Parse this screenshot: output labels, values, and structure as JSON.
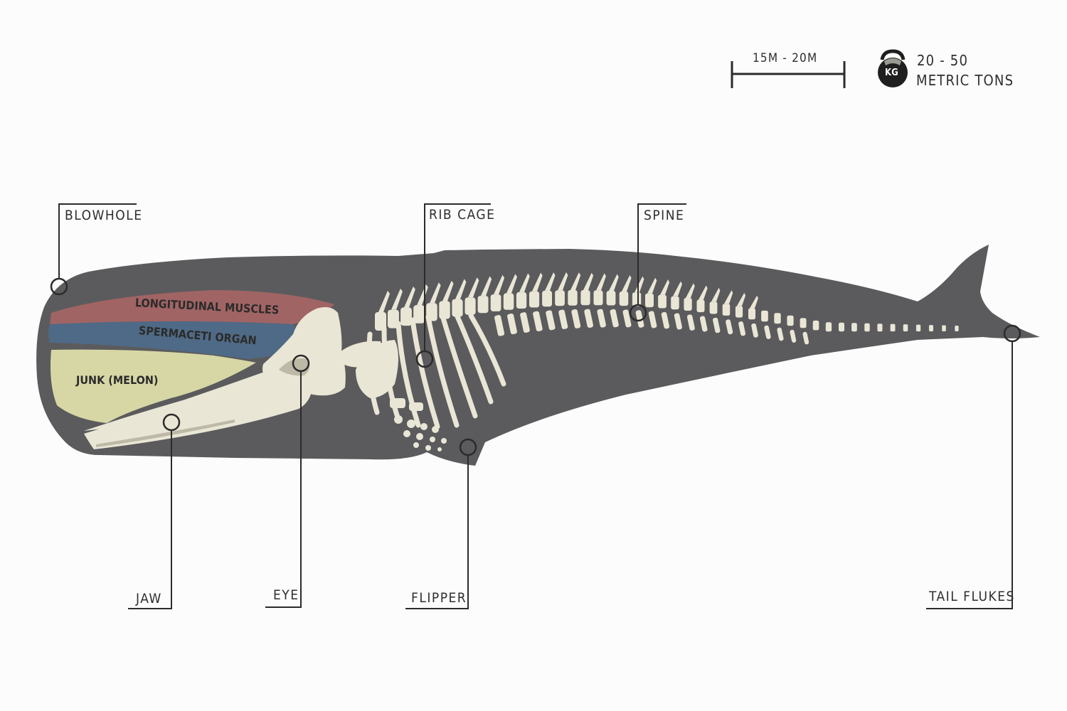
{
  "scale": {
    "length_range": "15M - 20M"
  },
  "weight": {
    "icon": "kg-weight-icon",
    "icon_text": "KG",
    "range": "20 - 50",
    "unit": "METRIC TONS"
  },
  "organs": {
    "longitudinal_muscles": "LONGITUDINAL MUSCLES",
    "spermaceti_organ": "SPERMACETI ORGAN",
    "junk_melon": "JUNK (MELON)"
  },
  "callouts": {
    "blowhole": "BLOWHOLE",
    "rib_cage": "RIB CAGE",
    "spine": "SPINE",
    "jaw": "JAW",
    "eye": "EYE",
    "flipper": "FLIPPER",
    "tail_flukes": "TAIL FLUKES"
  },
  "colors": {
    "body": "#5b5b5d",
    "bone": "#e9e6d6",
    "muscle": "#a16464",
    "spermaceti": "#4f6a86",
    "melon": "#d7d7a6",
    "line": "#2b2b2b"
  }
}
